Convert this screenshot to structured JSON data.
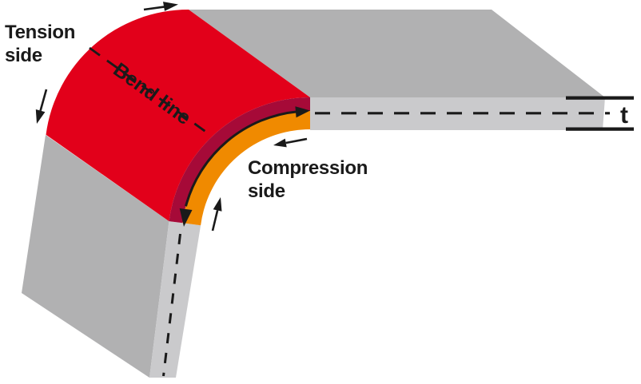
{
  "diagram": {
    "labels": {
      "tension_line1": "Tension",
      "tension_line2": "side",
      "bend_line": "Bend line",
      "compression_line1": "Compression",
      "compression_line2": "side",
      "thickness": "t"
    },
    "colors": {
      "tension_red": "#E2001A",
      "tension_edge_maroon": "#A60A38",
      "compression_orange": "#F08A00",
      "sheet_face_gray": "#B1B1B2",
      "sheet_edge_gray": "#CACACC",
      "line_black": "#1A1A1A",
      "background": "#FFFFFF"
    }
  }
}
